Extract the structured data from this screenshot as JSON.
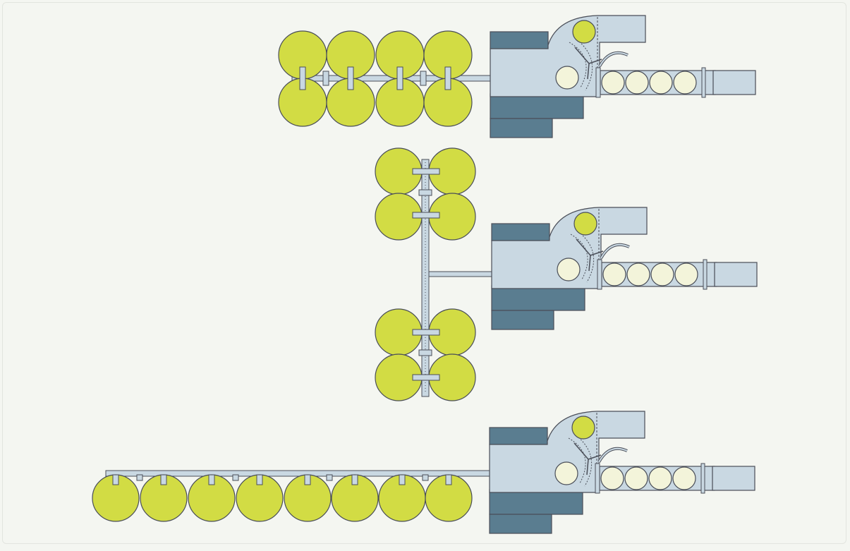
{
  "colors": {
    "background": "#f4f6f1",
    "roll": "#d2dc44",
    "outline": "#4a4e58",
    "frame": "#c9d8e2",
    "bale_chamber": "#5a7d90",
    "pellet": "#f3f4da",
    "rail": "#c9d8e2"
  },
  "icons": {
    "roll": "circle-yellow-green",
    "pellet": "circle-pale-cream",
    "chamber": "blue-grey-block",
    "pickup": "curved-hook-arms"
  },
  "layouts": [
    {
      "name": "",
      "roll_arrangement": "two-rows-along-horizontal-arm",
      "roll_count": 8
    },
    {
      "name": "",
      "roll_arrangement": "two-clusters-on-vertical-arm",
      "roll_count": 8
    },
    {
      "name": "",
      "roll_arrangement": "single-row-along-long-arm",
      "roll_count": 8
    }
  ]
}
